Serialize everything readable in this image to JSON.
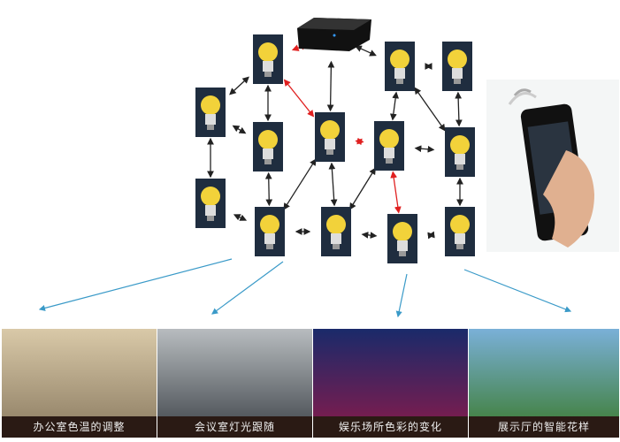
{
  "scenes": [
    {
      "caption": "办公室色温的调整",
      "colors": [
        "#d9c9a8",
        "#8a7a60"
      ]
    },
    {
      "caption": "会议室灯光跟随",
      "colors": [
        "#b8bcbf",
        "#3c4248"
      ]
    },
    {
      "caption": "娱乐场所色彩的变化",
      "colors": [
        "#1a2a6a",
        "#8a1a4a"
      ]
    },
    {
      "caption": "展示厅的智能花样",
      "colors": [
        "#7ab0d8",
        "#3a7a2a"
      ]
    }
  ],
  "colors": {
    "bulb": "#f2d23a",
    "tile": "#1f2d3f",
    "red_link": "#e02020",
    "black_link": "#222222",
    "arrow_blue": "#3a9ac8"
  }
}
